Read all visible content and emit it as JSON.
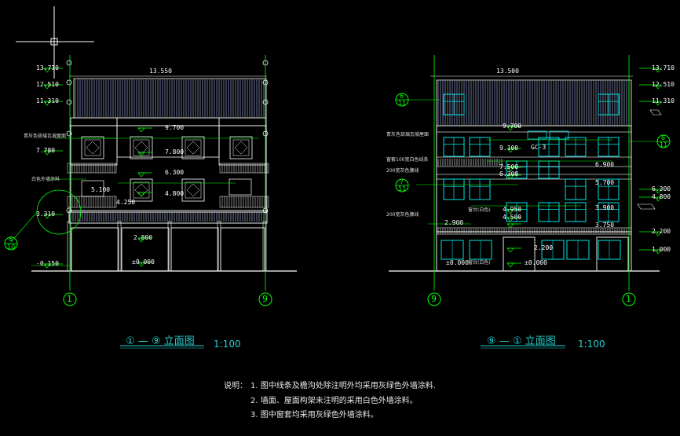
{
  "colors": {
    "background": "#000000",
    "wall_line": "#ffffff",
    "roof_line": "#c8d2ff",
    "window": "#00e5e5",
    "axis_green": "#00ff00",
    "dim_text": "#ffffff",
    "title_text": "#26d0d0",
    "detail_circle": "#00ff00"
  },
  "left_elevation": {
    "title_prefix": "①",
    "title_dash": "—",
    "title_suffix": "⑨",
    "title_word": "立面图",
    "scale": "1:100",
    "width_dim": "13.550",
    "level_labels": [
      "13.710",
      "12.510",
      "11.310",
      "7.780",
      "3.310",
      "-0.150"
    ],
    "inner_levels": [
      "9.700",
      "7.800",
      "6.300",
      "5.100",
      "4.800",
      "4.250",
      "2.800",
      "±0.000"
    ],
    "axis_left": "1",
    "axis_right": "9",
    "detail_bubble_top": "6",
    "detail_bubble_bottom": "10",
    "notes": [
      "青灰色琉璃瓦坡屋面",
      "白色外墙涂料"
    ]
  },
  "right_elevation": {
    "title_prefix": "⑨",
    "title_dash": "—",
    "title_suffix": "①",
    "title_word": "立面图",
    "scale": "1:100",
    "width_dim": "13.500",
    "level_labels_right": [
      "13.710",
      "12.510",
      "11.310",
      "6.300",
      "4.800",
      "2.200",
      "1.000"
    ],
    "inner_levels": [
      "9.700",
      "9.100",
      "7.500",
      "6.900",
      "6.300",
      "5.700",
      "4.950",
      "4.500",
      "3.900",
      "3.750",
      "2.900",
      "2.200",
      "±0.000",
      "±0.000"
    ],
    "window_tag": "GC-3",
    "axis_left": "9",
    "axis_right": "1",
    "bubble_left_top": "6",
    "bubble_left_bottom": "11",
    "bubble_left2_top": "7",
    "bubble_left2_bottom": "11",
    "bubble_right_top": "6",
    "bubble_right_bottom": "11",
    "notes": [
      "青灰色琉璃瓦坡屋面",
      "窗套100宽白色线条",
      "200宽灰色腰线",
      "200宽灰色腰线"
    ],
    "tags": [
      "窗台(白色)",
      "窗台(白色)"
    ]
  },
  "description": {
    "label": "说明：",
    "lines": [
      "1. 图中线条及檐沟处除注明外均采用灰绿色外墙涂料.",
      "2. 墙面、屋面构架未注明的采用白色外墙涂料。",
      "3. 图中窗套均采用灰绿色外墙涂料。"
    ]
  }
}
